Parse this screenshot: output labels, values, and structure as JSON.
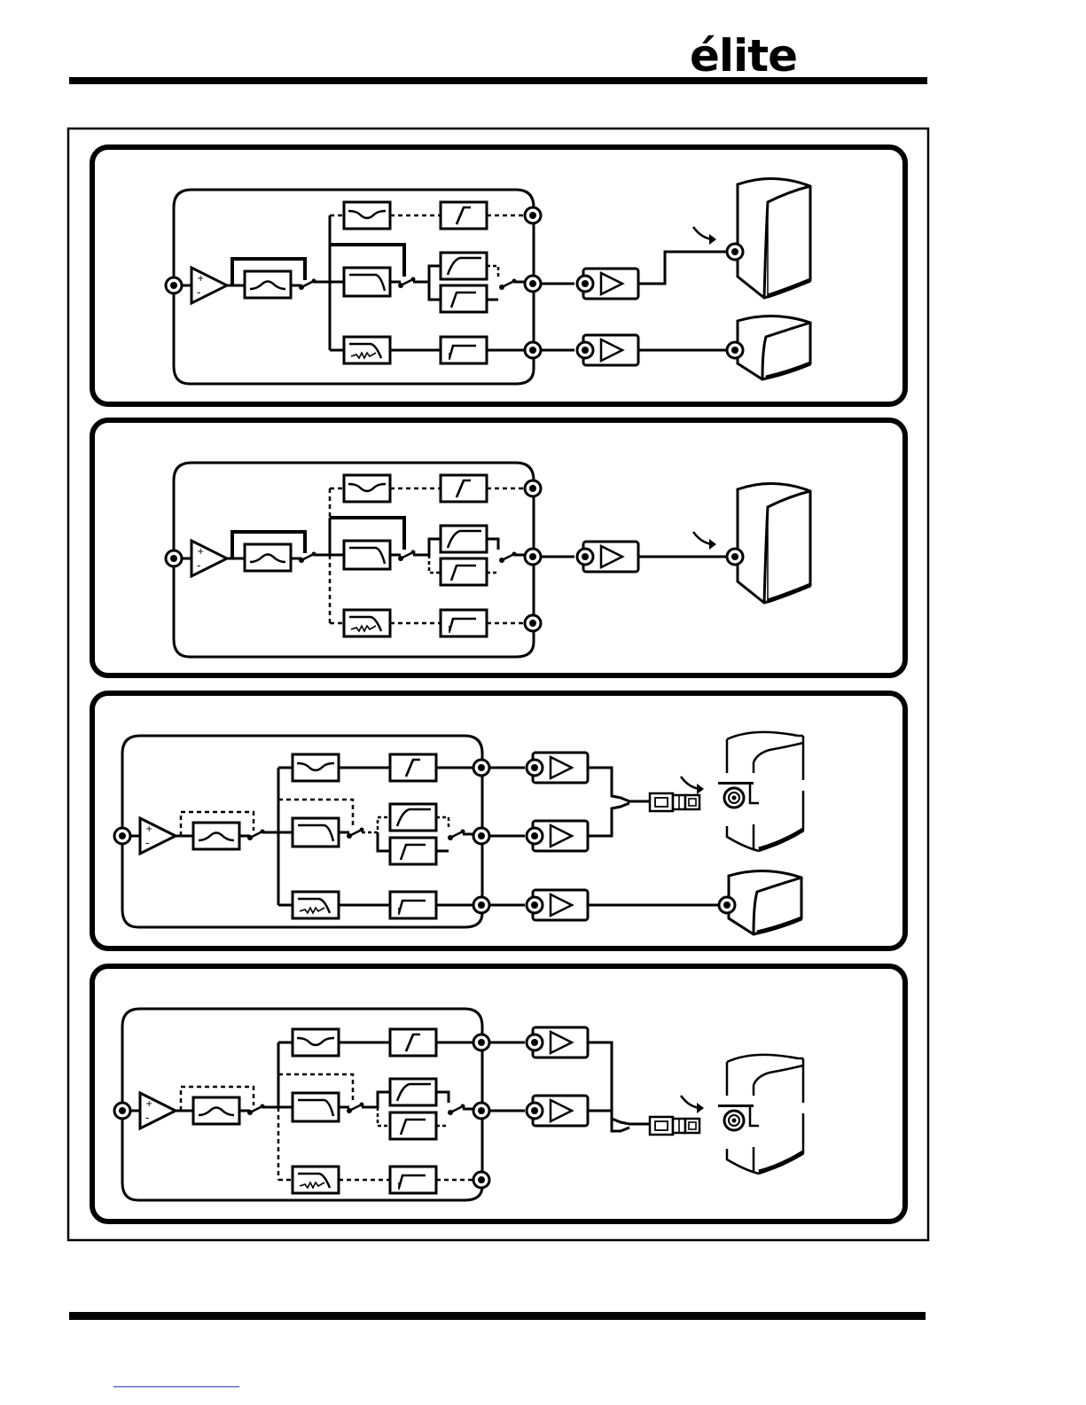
{
  "header": {
    "logo_text": "élite"
  },
  "diagrams": [
    {
      "id": "config-1",
      "routing": "bi-amp-two-cabinets",
      "mid_path_active": true,
      "low_path_active": true
    },
    {
      "id": "config-2",
      "routing": "full-range-single-cabinet",
      "mid_path_active": true,
      "low_path_active": false
    },
    {
      "id": "config-3",
      "routing": "bi-amp-speakon-plus-sub",
      "mid_path_active": true,
      "low_path_active": true
    },
    {
      "id": "config-4",
      "routing": "bi-amp-speakon-single-cabinet",
      "mid_path_active": true,
      "low_path_active": false
    }
  ],
  "icons": {
    "input-amp": "op-amp-triangle-icon",
    "eq": "eq-curve-icon",
    "notch": "notch-filter-icon",
    "highpass": "highpass-filter-icon",
    "lowpass": "lowpass-filter-icon",
    "shelf": "shelf-filter-icon",
    "variable-lowpass": "variable-lowpass-icon",
    "power-amp": "power-amp-icon",
    "speaker": "speaker-cabinet-icon",
    "connector": "speakon-connector-icon"
  },
  "colors": {
    "ink": "#000000",
    "background": "#ffffff",
    "link": "#2a3dcc"
  }
}
